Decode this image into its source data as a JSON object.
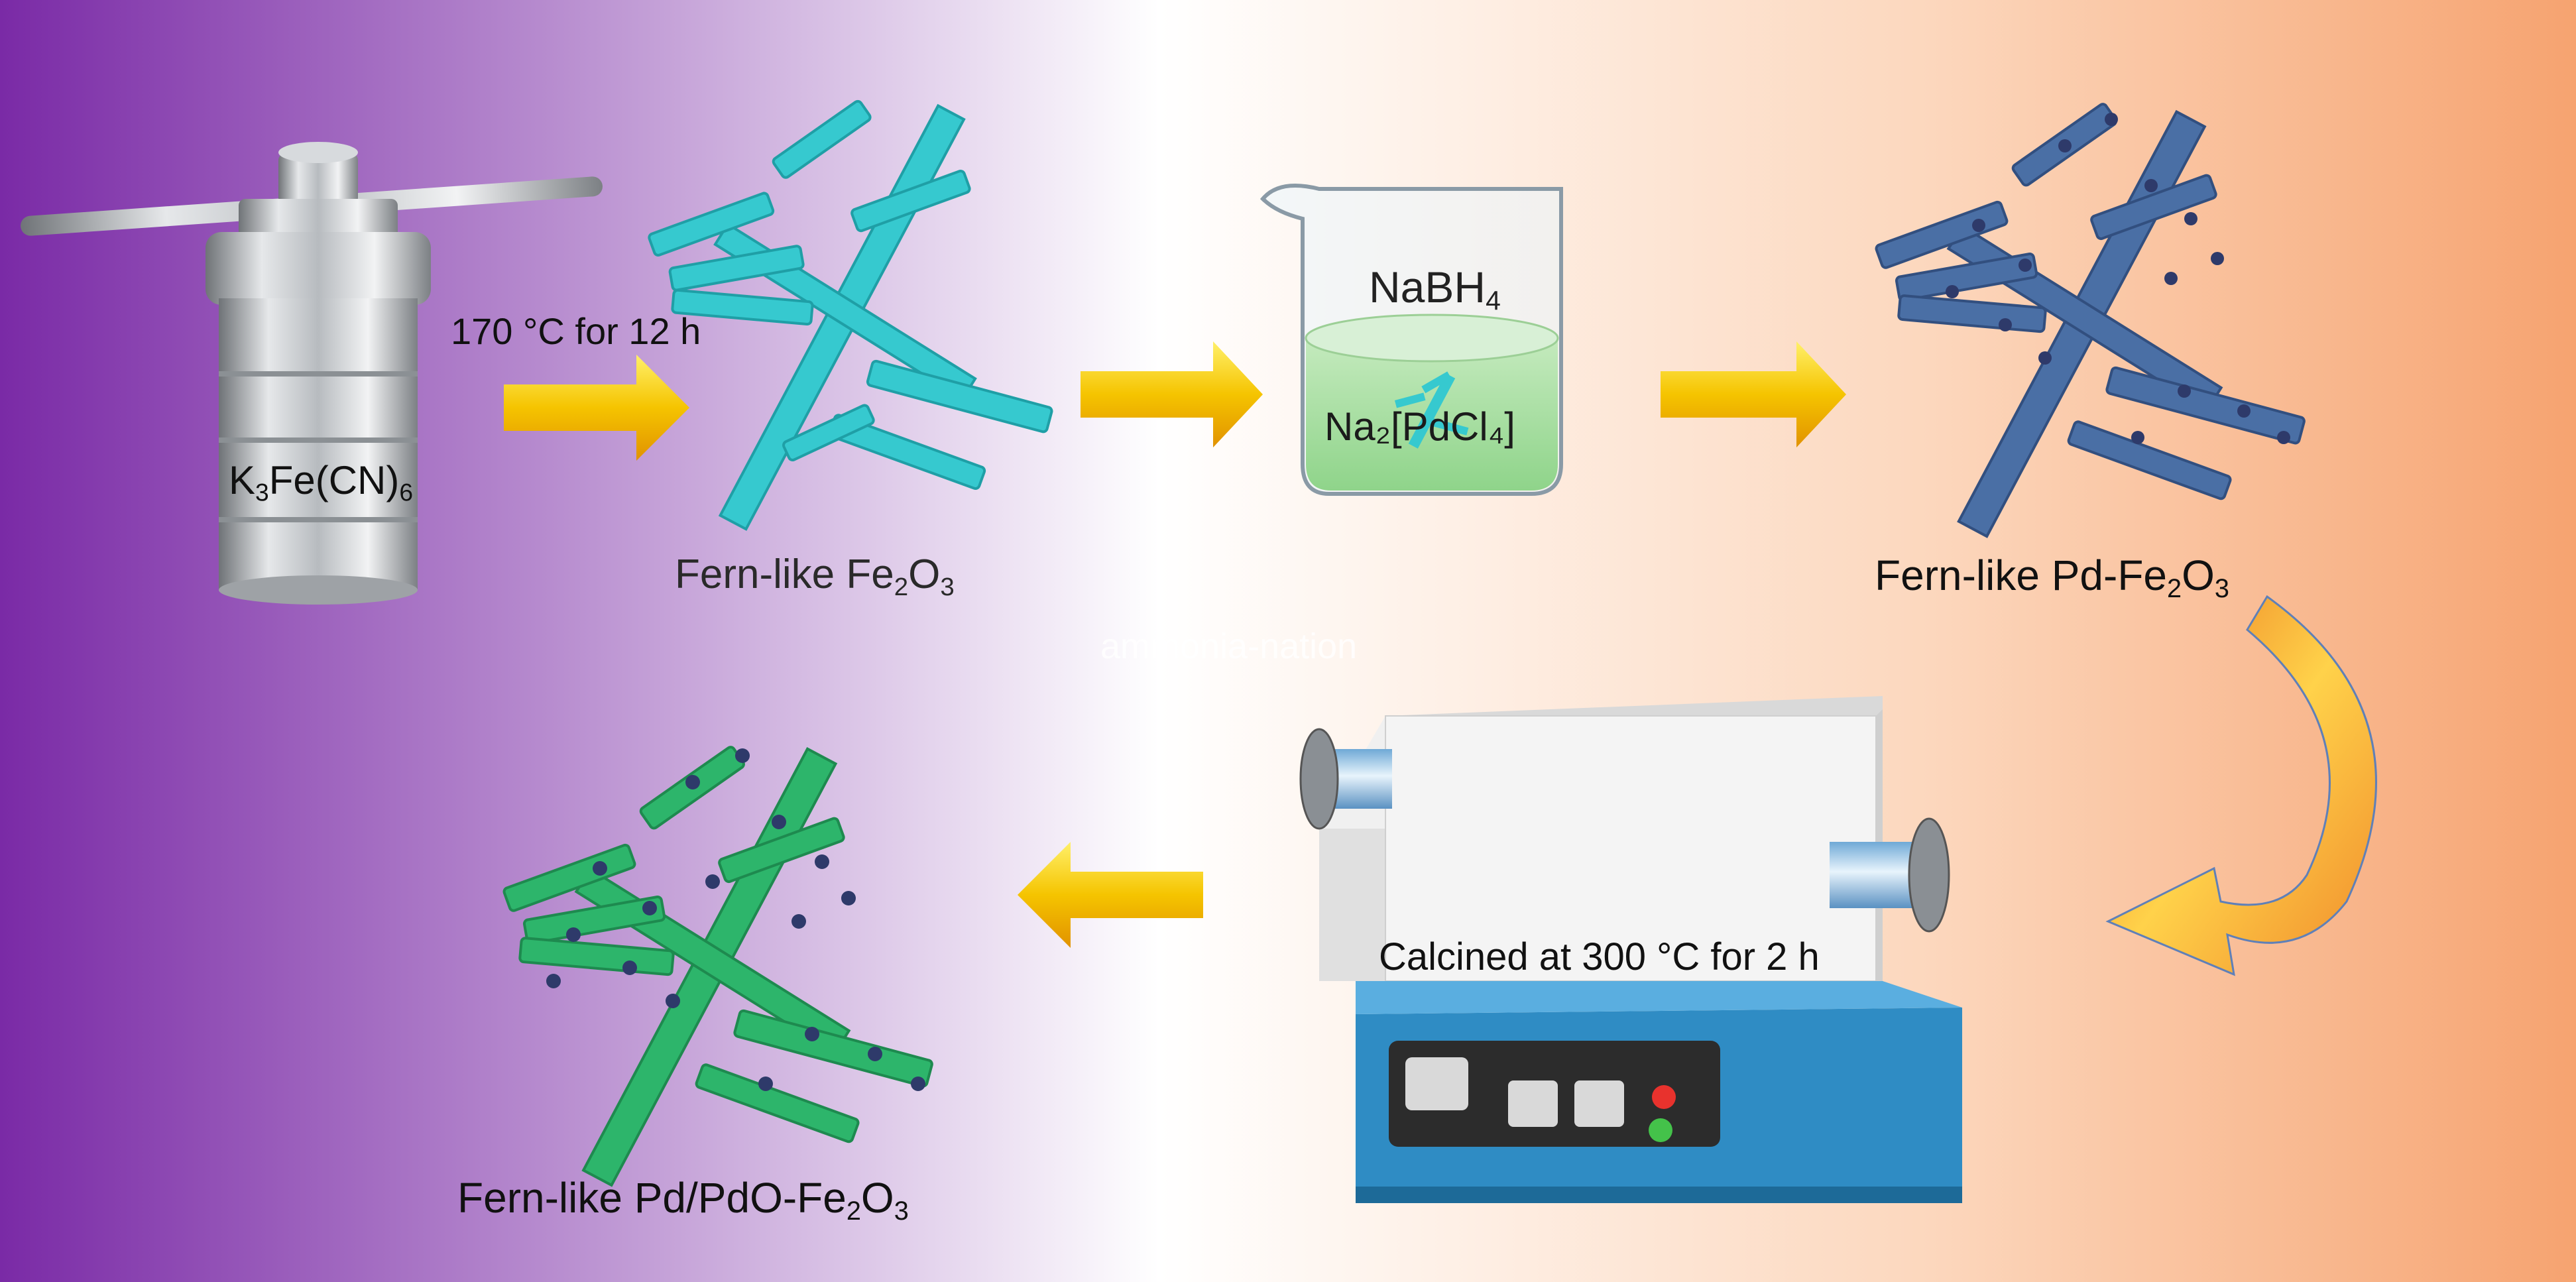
{
  "labels": {
    "condition_1": "170 °C for 12 h",
    "precursor": {
      "k": "K",
      "s1": "3",
      "mid": "Fe(CN)",
      "s2": "6"
    },
    "beaker_top": {
      "base": "NaBH",
      "sub": "4"
    },
    "beaker_solution": "Na₂[PdCl₄]",
    "fern_fe2o3": {
      "prefix": "Fern-like Fe",
      "s1": "2",
      "o": "O",
      "s2": "3"
    },
    "fern_pd_fe2o3": {
      "prefix": "Fern-like Pd-Fe",
      "s1": "2",
      "o": "O",
      "s2": "3"
    },
    "condition_2": "Calcined at 300 °C for 2 h",
    "fern_pd_pdo_fe2o3": {
      "prefix": "Fern-like Pd/PdO-Fe",
      "s1": "2",
      "o": "O",
      "s2": "3"
    },
    "watermark": "ammonia-nation"
  },
  "colors": {
    "bg_left": "#7a2aa6",
    "bg_mid": "#ffffff",
    "bg_right": "#f6a370",
    "fern_fe2o3": "#36c9cf",
    "fern_pd": "#4a6fa5",
    "fern_pdo": "#2db56b",
    "pd_particles": "#2e3a6a",
    "arrow_fill": "#f5c400",
    "curved_arrow": "#f59a3c",
    "furnace_base": "#2f8cc4"
  },
  "icons": [
    "autoclave-icon",
    "beaker-icon",
    "tube-furnace-icon",
    "fern-structure-icon",
    "arrow-right-icon",
    "arrow-left-icon",
    "curved-arrow-icon"
  ]
}
